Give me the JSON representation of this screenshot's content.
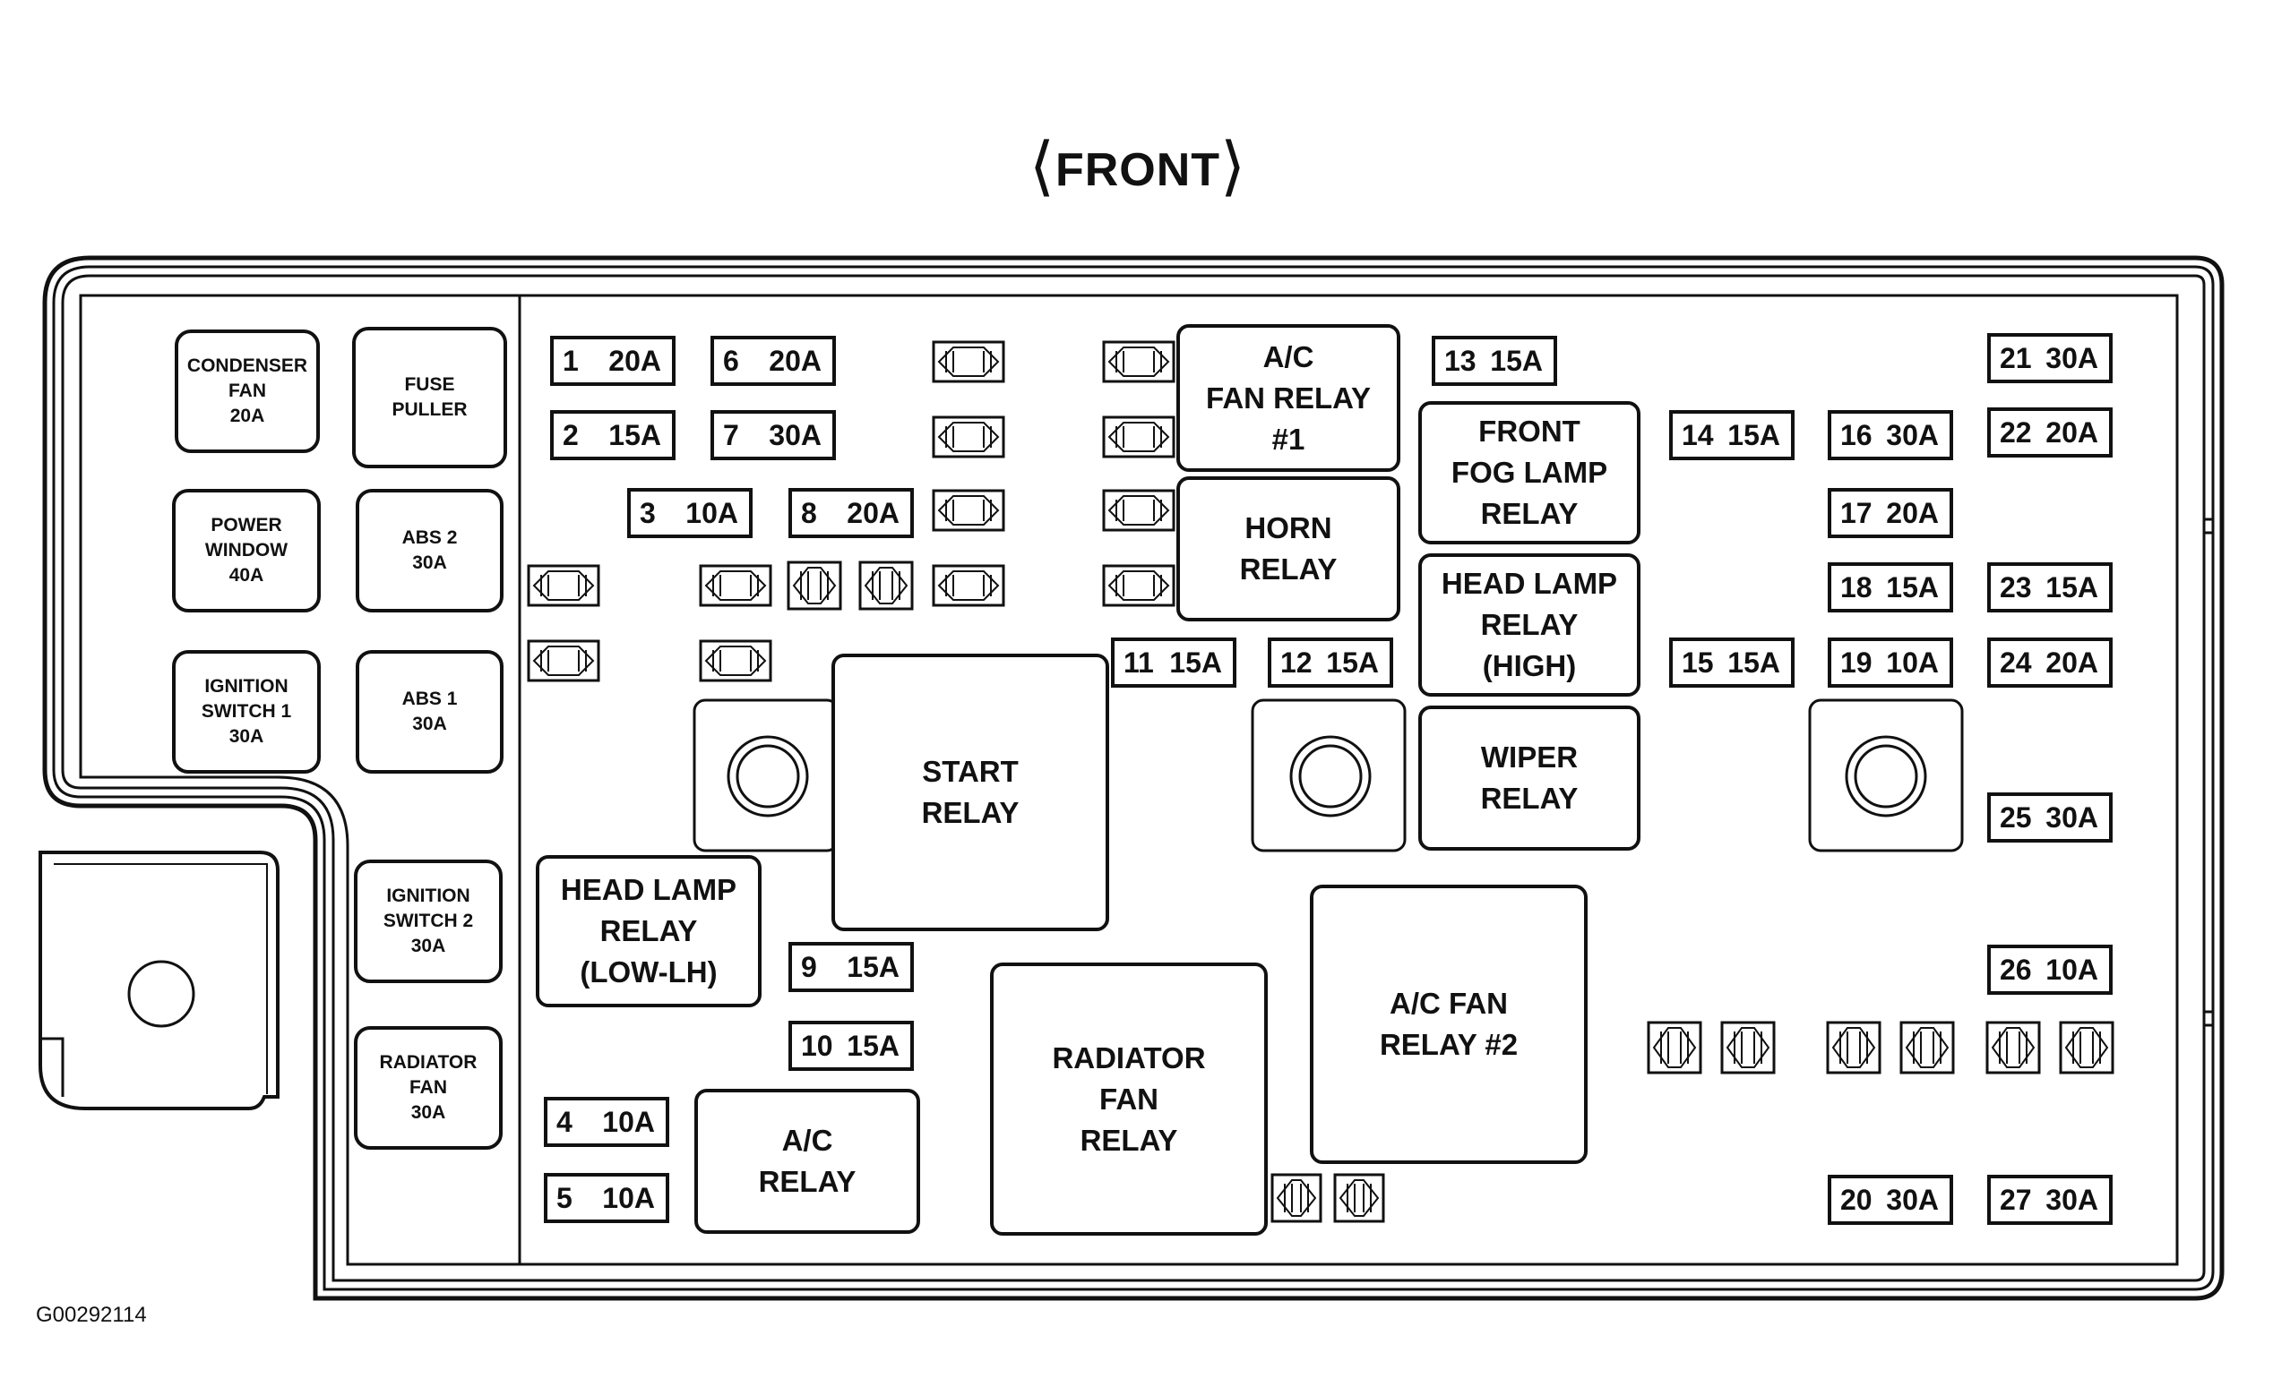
{
  "header": {
    "front_label": "FRONT"
  },
  "figure_code": "G00292114",
  "maxi_fuses": [
    "CONDENSER\nFAN\n20A",
    "FUSE\nPULLER",
    "POWER\nWINDOW\n40A",
    "ABS 2\n30A",
    "IGNITION\nSWITCH 1\n30A",
    "ABS 1\n30A",
    "IGNITION\nSWITCH 2\n30A",
    "RADIATOR\nFAN\n30A"
  ],
  "fuses": [
    {
      "num": "1",
      "amp": "20A"
    },
    {
      "num": "2",
      "amp": "15A"
    },
    {
      "num": "3",
      "amp": "10A"
    },
    {
      "num": "4",
      "amp": "10A"
    },
    {
      "num": "5",
      "amp": "10A"
    },
    {
      "num": "6",
      "amp": "20A"
    },
    {
      "num": "7",
      "amp": "30A"
    },
    {
      "num": "8",
      "amp": "20A"
    },
    {
      "num": "9",
      "amp": "15A"
    },
    {
      "num": "10",
      "amp": "15A"
    },
    {
      "num": "11",
      "amp": "15A"
    },
    {
      "num": "12",
      "amp": "15A"
    },
    {
      "num": "13",
      "amp": "15A"
    },
    {
      "num": "14",
      "amp": "15A"
    },
    {
      "num": "15",
      "amp": "15A"
    },
    {
      "num": "16",
      "amp": "30A"
    },
    {
      "num": "17",
      "amp": "20A"
    },
    {
      "num": "18",
      "amp": "15A"
    },
    {
      "num": "19",
      "amp": "10A"
    },
    {
      "num": "20",
      "amp": "30A"
    },
    {
      "num": "21",
      "amp": "30A"
    },
    {
      "num": "22",
      "amp": "20A"
    },
    {
      "num": "23",
      "amp": "15A"
    },
    {
      "num": "24",
      "amp": "20A"
    },
    {
      "num": "25",
      "amp": "30A"
    },
    {
      "num": "26",
      "amp": "10A"
    },
    {
      "num": "27",
      "amp": "30A"
    }
  ],
  "relays": [
    "A/C\nFAN RELAY\n#1",
    "HORN\nRELAY",
    "FRONT\nFOG LAMP\nRELAY",
    "HEAD LAMP\nRELAY\n(HIGH)",
    "WIPER\nRELAY",
    "START\nRELAY",
    "HEAD LAMP\nRELAY\n(LOW-LH)",
    "A/C\nRELAY",
    "RADIATOR\nFAN\nRELAY",
    "A/C FAN\nRELAY #2"
  ]
}
